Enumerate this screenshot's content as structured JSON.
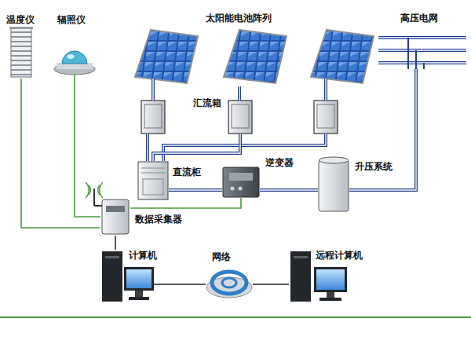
{
  "diagram": {
    "nodes": [
      {
        "text": [
          "温度仪"
        ]
      },
      {
        "text": [
          "辐照仪"
        ]
      },
      {
        "text": [
          "太阳能电池阵列"
        ]
      },
      {
        "text": [
          "汇流箱"
        ]
      },
      {
        "text": [
          "高压电网"
        ]
      },
      {
        "text": [
          "直流柜"
        ]
      },
      {
        "text": [
          "逆变器"
        ]
      },
      {
        "text": [
          "升压系统"
        ]
      },
      {
        "text": [
          "数据采集器"
        ]
      },
      {
        "text": [
          "计算机"
        ]
      },
      {
        "text": [
          "网络"
        ]
      },
      {
        "text": [
          "远程计算机"
        ]
      }
    ],
    "edges": [
      {
        "from": 2,
        "to": 3,
        "arrow": "none"
      },
      {
        "from": 3,
        "to": 5,
        "arrow": "none"
      },
      {
        "from": 5,
        "to": 6,
        "arrow": "none"
      },
      {
        "from": 6,
        "to": 7,
        "arrow": "none"
      },
      {
        "from": 7,
        "to": 4,
        "arrow": "none"
      },
      {
        "from": 0,
        "to": 8,
        "arrow": "none"
      },
      {
        "from": 1,
        "to": 8,
        "arrow": "none"
      },
      {
        "from": 8,
        "to": 6,
        "arrow": "none"
      },
      {
        "from": 8,
        "to": 9,
        "arrow": "none"
      },
      {
        "from": 9,
        "to": 10,
        "arrow": "none"
      },
      {
        "from": 10,
        "to": 11,
        "arrow": "none"
      }
    ]
  }
}
